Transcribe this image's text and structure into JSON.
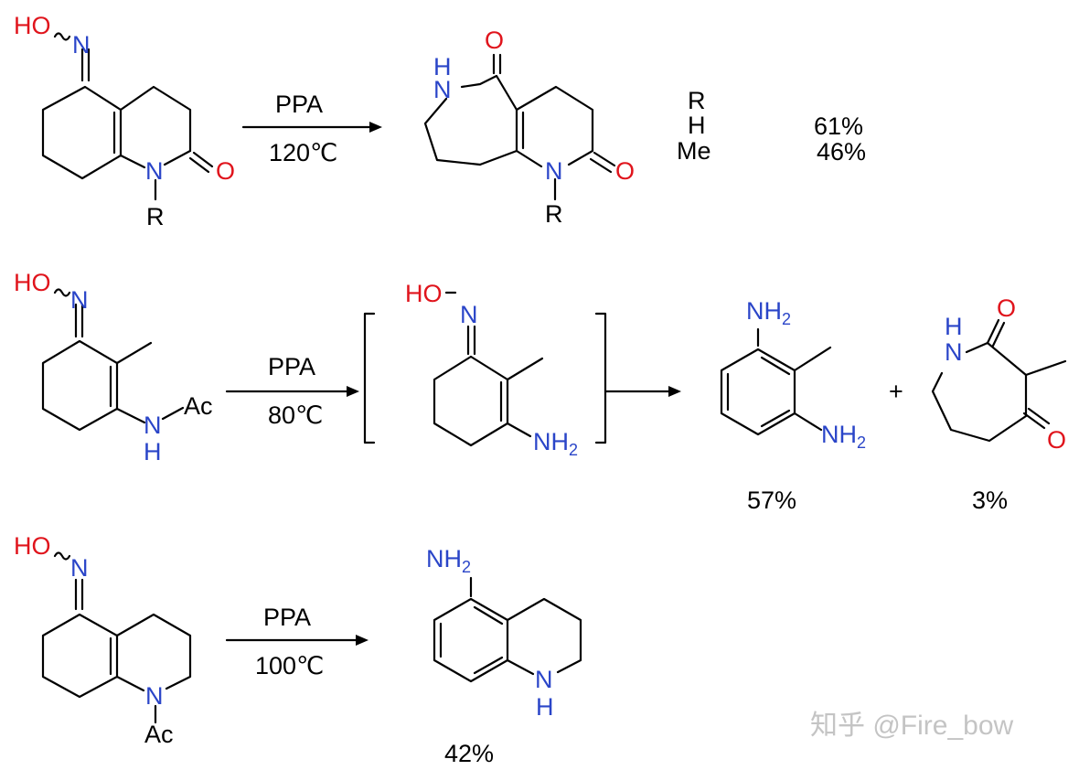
{
  "atoms": {
    "HO": "HO",
    "N": "N",
    "O": "O",
    "R": "R",
    "H": "H",
    "NH": "NH",
    "NH2_main": "NH",
    "NH2_sub": "2",
    "Ac": "Ac"
  },
  "reactions": [
    {
      "reagent": "PPA",
      "condition": "120℃",
      "r_header": "R",
      "r_values": [
        "H",
        "Me"
      ],
      "yields": [
        "61%",
        "46%"
      ]
    },
    {
      "reagent": "PPA",
      "condition": "80℃",
      "plus": "+",
      "yields": [
        "57%",
        "3%"
      ]
    },
    {
      "reagent": "PPA",
      "condition": "100℃",
      "yields": [
        "42%"
      ]
    }
  ],
  "watermark": "知乎 @Fire_bow",
  "colors": {
    "oxygen": "#e0141c",
    "nitrogen": "#2a45c8",
    "bond": "#000000",
    "watermark": "#c4c4c4"
  }
}
